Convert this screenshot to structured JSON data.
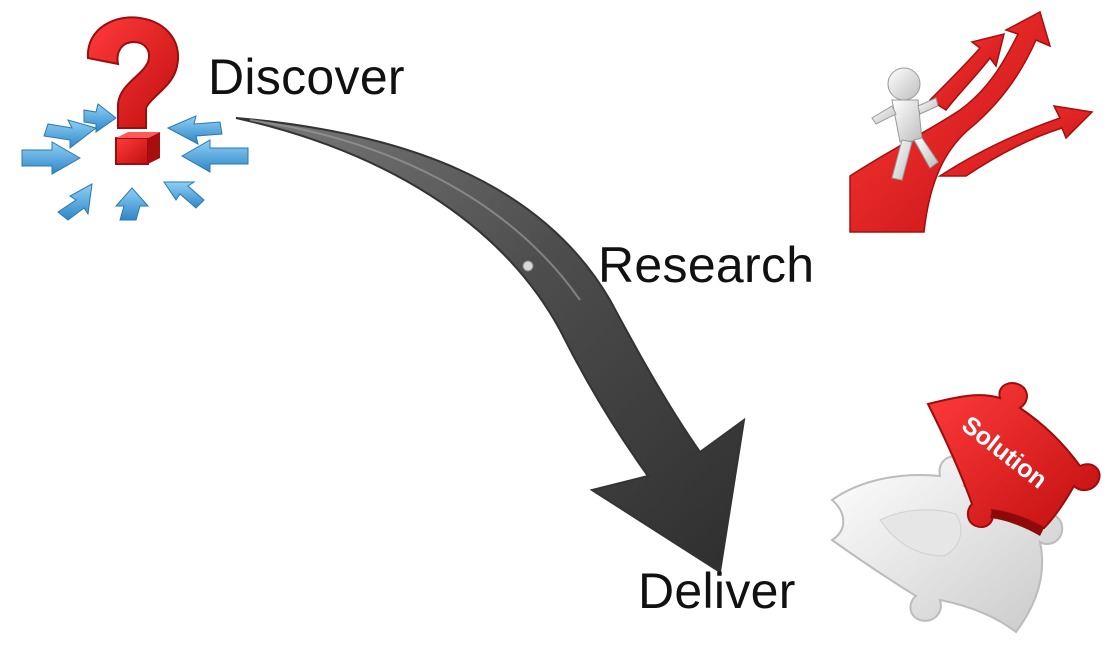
{
  "stages": [
    {
      "id": "discover",
      "label": "Discover"
    },
    {
      "id": "research",
      "label": "Research"
    },
    {
      "id": "deliver",
      "label": "Deliver"
    }
  ],
  "puzzle": {
    "label": "Solution"
  },
  "icons": {
    "discover": "question-mark-with-arrows-icon",
    "research": "person-on-branching-path-icon",
    "flow": "curved-arrow-icon",
    "deliver": "puzzle-piece-solution-icon"
  },
  "colors": {
    "red": "#e01b1b",
    "blue": "#4aa3df",
    "arrow": "#4a4a4a",
    "text": "#111111"
  }
}
